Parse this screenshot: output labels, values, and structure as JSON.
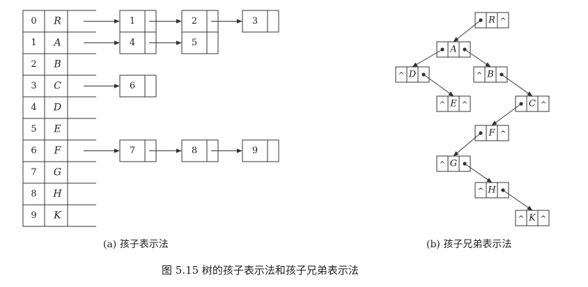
{
  "array": [
    {
      "index": "0",
      "label": "R"
    },
    {
      "index": "1",
      "label": "A"
    },
    {
      "index": "2",
      "label": "B"
    },
    {
      "index": "3",
      "label": "C"
    },
    {
      "index": "4",
      "label": "D"
    },
    {
      "index": "5",
      "label": "E"
    },
    {
      "index": "6",
      "label": "F"
    },
    {
      "index": "7",
      "label": "G"
    },
    {
      "index": "8",
      "label": "H"
    },
    {
      "index": "9",
      "label": "K"
    }
  ],
  "child_lists": [
    {
      "row": 0,
      "children": [
        "1",
        "2",
        "3"
      ]
    },
    {
      "row": 1,
      "children": [
        "4",
        "5"
      ]
    },
    {
      "row": 3,
      "children": [
        "6"
      ]
    },
    {
      "row": 6,
      "children": [
        "7",
        "8",
        "9"
      ]
    }
  ],
  "binary_nodes": [
    "R",
    "A",
    "D",
    "B",
    "E",
    "C",
    "F",
    "G",
    "H",
    "K"
  ],
  "null_symbol": "^",
  "captions": {
    "a": "(a)  孩子表示法",
    "b": "(b)  孩子兄弟表示法",
    "figure": "图 5.15    树的孩子表示法和孩子兄弟表示法"
  }
}
